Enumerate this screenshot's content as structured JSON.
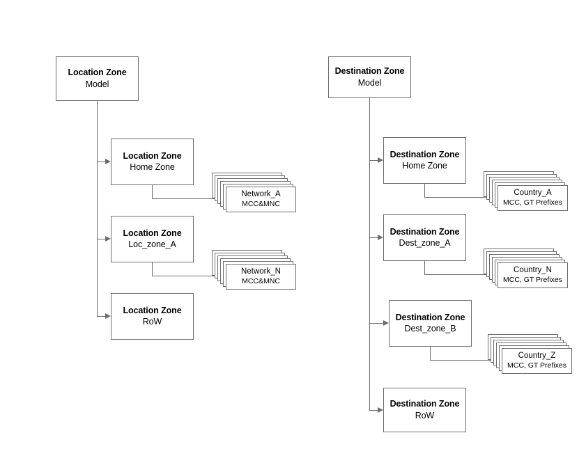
{
  "diagram": {
    "title": "Location Zone Model and Destination Zone Model hierarchy",
    "colors": {
      "border": "#6c6c6c",
      "background": "#ffffff",
      "text": "#000000"
    },
    "trees": [
      {
        "id": "location-zone-tree",
        "root": {
          "line1": "Location Zone",
          "line2": "Model"
        },
        "zones": [
          {
            "id": "home-zone",
            "line1": "Location Zone",
            "line2": "Home Zone",
            "leaf_stack": {
              "id": "network-a-stack",
              "line1": "Network_A",
              "line2": "MCC&MNC",
              "layers": 6
            }
          },
          {
            "id": "loc-zone-a",
            "line1": "Location Zone",
            "line2": "Loc_zone_A",
            "leaf_stack": {
              "id": "network-n-stack",
              "line1": "Network_N",
              "line2": "MCC&MNC",
              "layers": 6
            }
          },
          {
            "id": "loc-row",
            "line1": "Location Zone",
            "line2": "RoW",
            "leaf_stack": null
          }
        ]
      },
      {
        "id": "destination-zone-tree",
        "root": {
          "line1": "Destination Zone",
          "line2": "Model"
        },
        "zones": [
          {
            "id": "dest-home-zone",
            "line1": "Destination Zone",
            "line2": "Home Zone",
            "leaf_stack": {
              "id": "country-a-stack",
              "line1": "Country_A",
              "line2": "MCC, GT Prefixes",
              "layers": 6
            }
          },
          {
            "id": "dest-zone-a",
            "line1": "Destination Zone",
            "line2": "Dest_zone_A",
            "leaf_stack": {
              "id": "country-n-stack",
              "line1": "Country_N",
              "line2": "MCC, GT Prefixes",
              "layers": 6
            }
          },
          {
            "id": "dest-zone-b",
            "line1": "Destination Zone",
            "line2": "Dest_zone_B",
            "leaf_stack": {
              "id": "country-z-stack",
              "line1": "Country_Z",
              "line2": "MCC, GT Prefixes",
              "layers": 6
            }
          },
          {
            "id": "dest-row",
            "line1": "Destination Zone",
            "line2": "RoW",
            "leaf_stack": null
          }
        ]
      }
    ]
  }
}
